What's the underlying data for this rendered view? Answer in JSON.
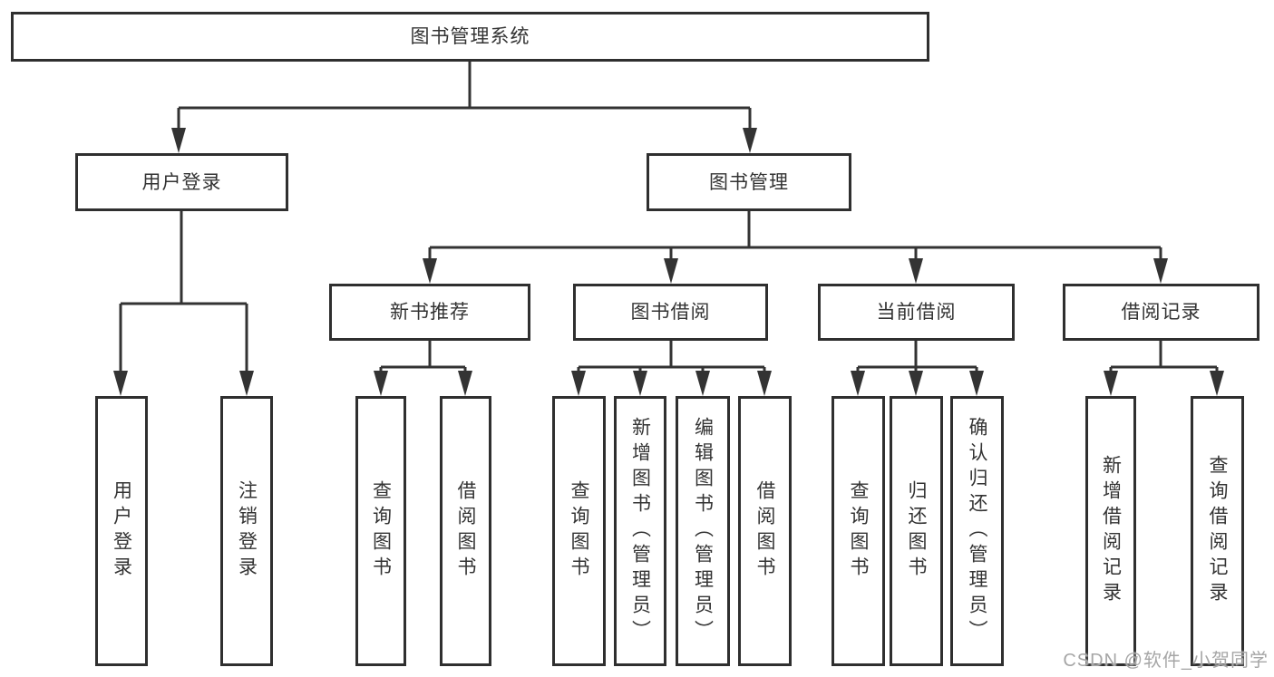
{
  "tree": {
    "root": {
      "label": "图书管理系统"
    },
    "children": [
      {
        "label": "用户登录",
        "children": [
          {
            "label": "用户登录"
          },
          {
            "label": "注销登录"
          }
        ]
      },
      {
        "label": "图书管理",
        "children": [
          {
            "label": "新书推荐",
            "children": [
              {
                "label": "查询图书"
              },
              {
                "label": "借阅图书"
              }
            ]
          },
          {
            "label": "图书借阅",
            "children": [
              {
                "label": "查询图书"
              },
              {
                "label": "新增图书（管理员）"
              },
              {
                "label": "编辑图书（管理员）"
              },
              {
                "label": "借阅图书"
              }
            ]
          },
          {
            "label": "当前借阅",
            "children": [
              {
                "label": "查询图书"
              },
              {
                "label": "归还图书"
              },
              {
                "label": "确认归还（管理员）"
              }
            ]
          },
          {
            "label": "借阅记录",
            "children": [
              {
                "label": "新增借阅记录"
              },
              {
                "label": "查询借阅记录"
              }
            ]
          }
        ]
      }
    ]
  },
  "watermark": "CSDN @软件_小贺同学",
  "colors": {
    "line": "#333333",
    "border": "#2f2f2f",
    "text": "#333333",
    "watermark_text": "#a6a6a6",
    "background": "#ffffff"
  }
}
